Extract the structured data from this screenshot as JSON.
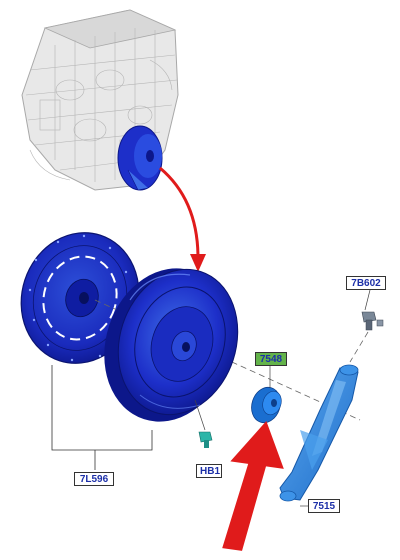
{
  "colors": {
    "part_blue": "#1d2fc9",
    "part_blue_dark": "#0c178a",
    "part_blue_light": "#3f6ee8",
    "bracket_blue": "#2f86e0",
    "arrow_red": "#e01b1b",
    "callout_green": "#63b34a",
    "callout_white": "#ffffff",
    "callout_text": "#1c2fa8",
    "engine_gray": "#c9c9c9"
  },
  "callouts": {
    "flexplate": "7L596",
    "torque_converter_bolt": "HB1",
    "seal": "7548",
    "bracket_bolt": "7B602",
    "bracket": "7515"
  },
  "icons": {
    "engine": "engine-block-icon",
    "red_arrow": "red-arrow-icon"
  }
}
